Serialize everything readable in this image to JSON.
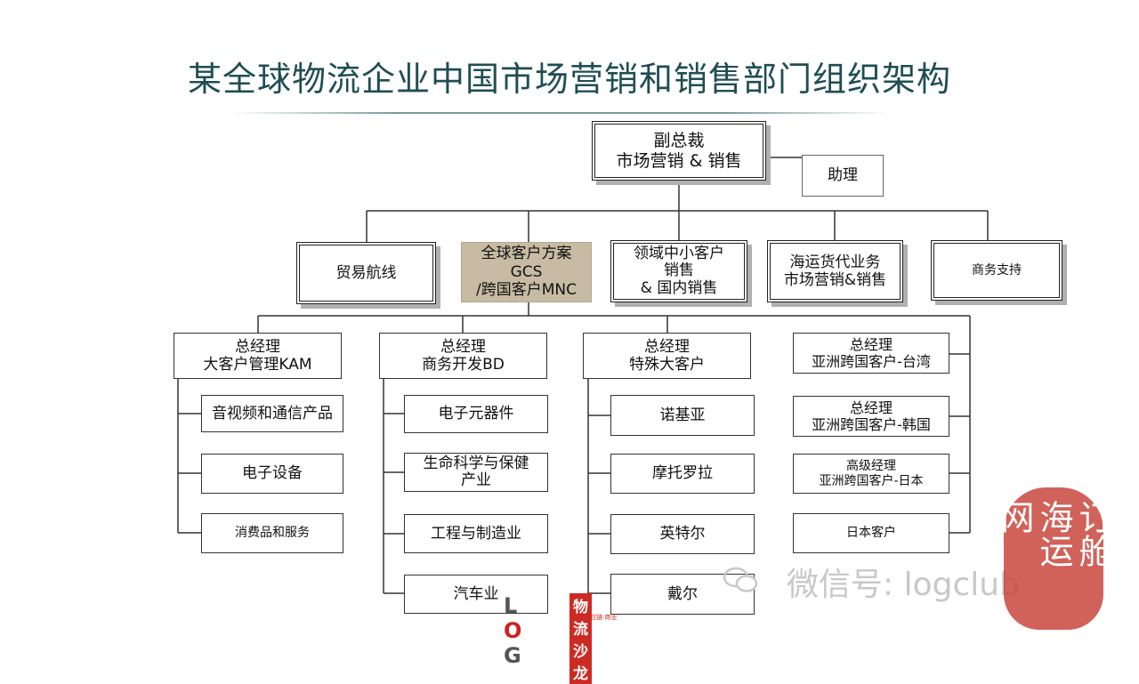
{
  "title": "某全球物流企业中国市场营销和销售部门组织架构",
  "top": {
    "line1": "副总裁",
    "line2": "市场营销 & 销售"
  },
  "assistant": "助理",
  "level2": [
    {
      "lines": [
        "贸易航线"
      ]
    },
    {
      "lines": [
        "全球客户方案GCS",
        "/跨国客户MNC"
      ]
    },
    {
      "lines": [
        "领域中小客户",
        "销售",
        "& 国内销售"
      ]
    },
    {
      "lines": [
        "海运货代业务",
        "市场营销&销售"
      ]
    },
    {
      "lines": [
        "商务支持"
      ]
    }
  ],
  "columns": [
    {
      "head": {
        "line1": "总经理",
        "line2": "大客户管理KAM"
      },
      "items": [
        "音视频和通信产品",
        "电子设备",
        "消费品和服务"
      ]
    },
    {
      "head": {
        "line1": "总经理",
        "line2": "商务开发BD"
      },
      "items": [
        "电子元器件",
        "生命科学与保健产业",
        "工程与制造业",
        "汽车业"
      ]
    },
    {
      "head": {
        "line1": "总经理",
        "line2": "特殊大客户"
      },
      "items": [
        "诺基亚",
        "摩托罗拉",
        "英特尔",
        "戴尔"
      ]
    },
    {
      "items": [
        {
          "line1": "总经理",
          "line2": "亚洲跨国客户-台湾"
        },
        {
          "line1": "总经理",
          "line2": "亚洲跨国客户-韩国"
        },
        {
          "line1": "高级经理",
          "line2": "亚洲跨国客户-日本"
        },
        {
          "line1": "日本客户",
          "line2": ""
        }
      ]
    }
  ],
  "watermark": "微信号: logclub",
  "logo": {
    "text_l": "L",
    "text_o": "O",
    "text_g": "G",
    "cn": "物流沙龙",
    "sub": "物流·供应链·商业"
  },
  "seal": {
    "col1": "订舱",
    "col2": "海运",
    "col3": "网"
  }
}
